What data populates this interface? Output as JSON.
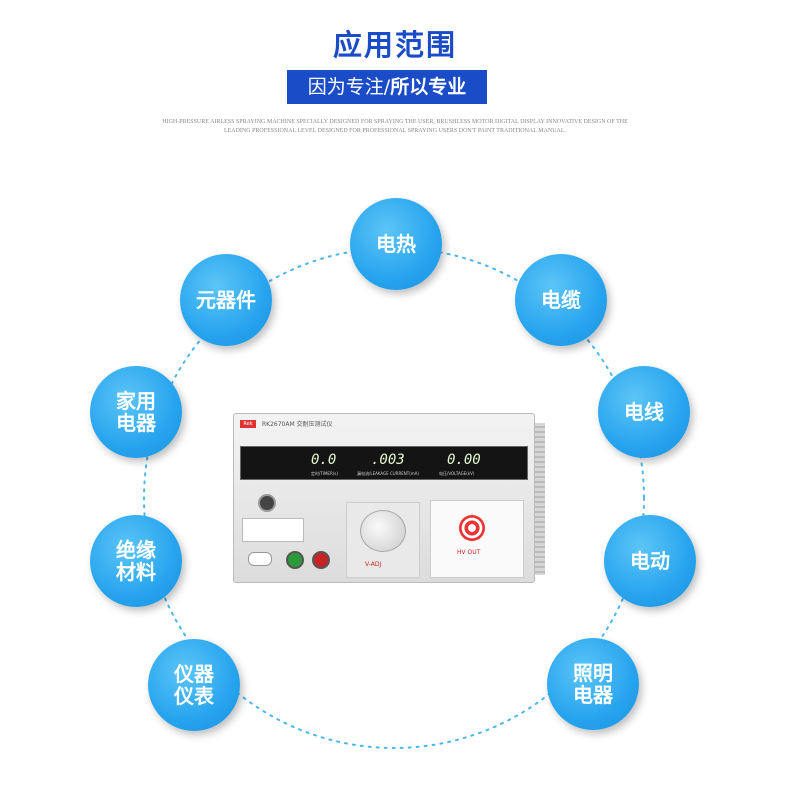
{
  "header": {
    "title": "应用范围",
    "subtitle_part1": "因为专注/",
    "subtitle_part2": "所以专业",
    "description": "High-pressure airless spraying machine specially designed for spraying the user, brushless motor digital display innovative design of the leading professional level Designed for professional spraying users don't paint traditional manual."
  },
  "categories": [
    {
      "label": "电热"
    },
    {
      "label": "电缆"
    },
    {
      "label": "电线"
    },
    {
      "label": "电动"
    },
    {
      "label": "照明电器"
    },
    {
      "label": "仪器仪表"
    },
    {
      "label": "绝缘材料"
    },
    {
      "label": "家用电器"
    },
    {
      "label": "元器件"
    }
  ],
  "device": {
    "model": "RK2670AM 交耐压测试仪",
    "display": {
      "timer": "0.0",
      "current": ".003",
      "voltage": "0.00",
      "timer_label": "定时/TIMER(s)",
      "current_label": "漏电流/LEAKAGE CURRENT(mA)",
      "voltage_label": "电压/VOLTAGE(kV)"
    },
    "hv_out": "HV OUT",
    "v_adj": "V-ADJ",
    "colors": {
      "accent": "#1a4cc8",
      "bubble": "#27a4ee"
    }
  }
}
